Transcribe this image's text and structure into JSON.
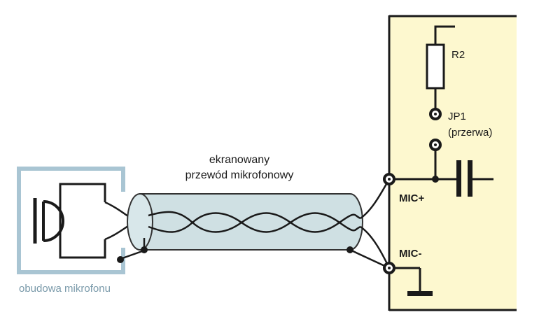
{
  "colors": {
    "board": "#fdf8cf",
    "housing": "#a9c5d3",
    "cable_fill": "#cfe0e3",
    "cable_stroke": "#333333",
    "wire": "#1a1a1a",
    "housing_label": "#7a9aaa"
  },
  "labels": {
    "cable_line1": "ekranowany",
    "cable_line2": "przewód mikrofonowy",
    "housing": "obudowa mikrofonu",
    "r2": "R2",
    "jp1": "JP1",
    "jp1_note": "(przerwa)",
    "mic_plus": "MIC+",
    "mic_minus": "MIC-"
  },
  "icons": {
    "microphone": "microphone-symbol-icon",
    "resistor": "resistor-icon",
    "capacitor": "capacitor-icon",
    "ground": "ground-icon"
  }
}
